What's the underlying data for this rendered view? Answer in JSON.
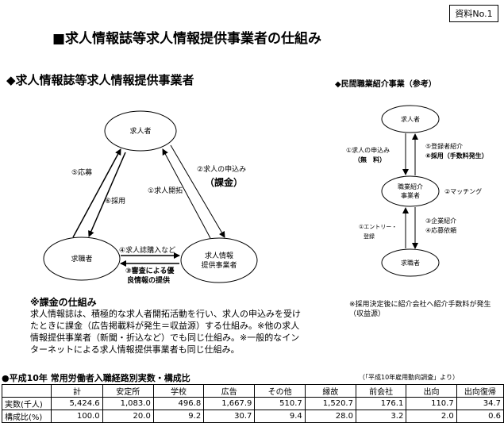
{
  "doc_label": "資料No.1",
  "main_title": "■求人情報誌等求人情報提供事業者の仕組み",
  "left": {
    "heading": "◆求人情報誌等求人情報提供事業者",
    "node_employer": "求人者",
    "node_seeker": "求職者",
    "node_provider_line1": "求人情報",
    "node_provider_line2": "提供事業者",
    "label_apply_job": "⑤応募",
    "label_hire": "⑥採用",
    "label_job_open": "①求人開拓",
    "label_application": "②求人の申込み",
    "label_charge": "（課金）",
    "label_purchase": "④求人誌購入など",
    "label_review_line1": "③審査による優",
    "label_review_line2": "良情報の提供"
  },
  "right": {
    "heading": "◆民間職業紹介事業（参考）",
    "node_employer": "求人者",
    "node_agency_line1": "職業紹介",
    "node_agency_line2": "事業者",
    "node_seeker": "求職者",
    "label_app_line1": "①求人の申込み",
    "label_app_line2": "（無　料）",
    "label_reg_line1": "⑤登録者紹介",
    "label_reg_line2": "⑥採用（手数料発生）",
    "label_matching": "②マッチング",
    "label_entry_line1": "①エントリー・",
    "label_entry_line2": "登録",
    "label_co_line1": "③企業紹介",
    "label_co_line2": "④応募依頼"
  },
  "explain": {
    "title": "※課金の仕組み",
    "body": "求人情報誌は、積極的な求人者開拓活動を行い、求人の申込みを受けたときに課金（広告掲載料が発生＝収益源）する仕組み。※他の求人情報提供事業者（新聞・折込など）でも同じ仕組み。※一般的なインターネットによる求人情報提供事業者も同じ仕組み。"
  },
  "right_note": "※採用決定後に紹介会社へ紹介手数料が発生（収益源）",
  "table": {
    "title": "●平成10年 常用労働者入職経路別実数・構成比",
    "source": "（「平成10年雇用動向調査」より）",
    "headers": [
      "",
      "計",
      "安定所",
      "学校",
      "広告",
      "その他",
      "縁故",
      "前会社",
      "出向",
      "出向復帰"
    ],
    "rows": [
      {
        "label": "実数(千人)",
        "values": [
          "5,424.6",
          "1,083.0",
          "496.8",
          "1,667.9",
          "510.7",
          "1,520.7",
          "176.1",
          "110.7",
          "34.7"
        ]
      },
      {
        "label": "構成比(%)",
        "values": [
          "100.0",
          "20.0",
          "9.2",
          "30.7",
          "9.4",
          "28.0",
          "3.2",
          "2.0",
          "0.6"
        ]
      }
    ]
  }
}
